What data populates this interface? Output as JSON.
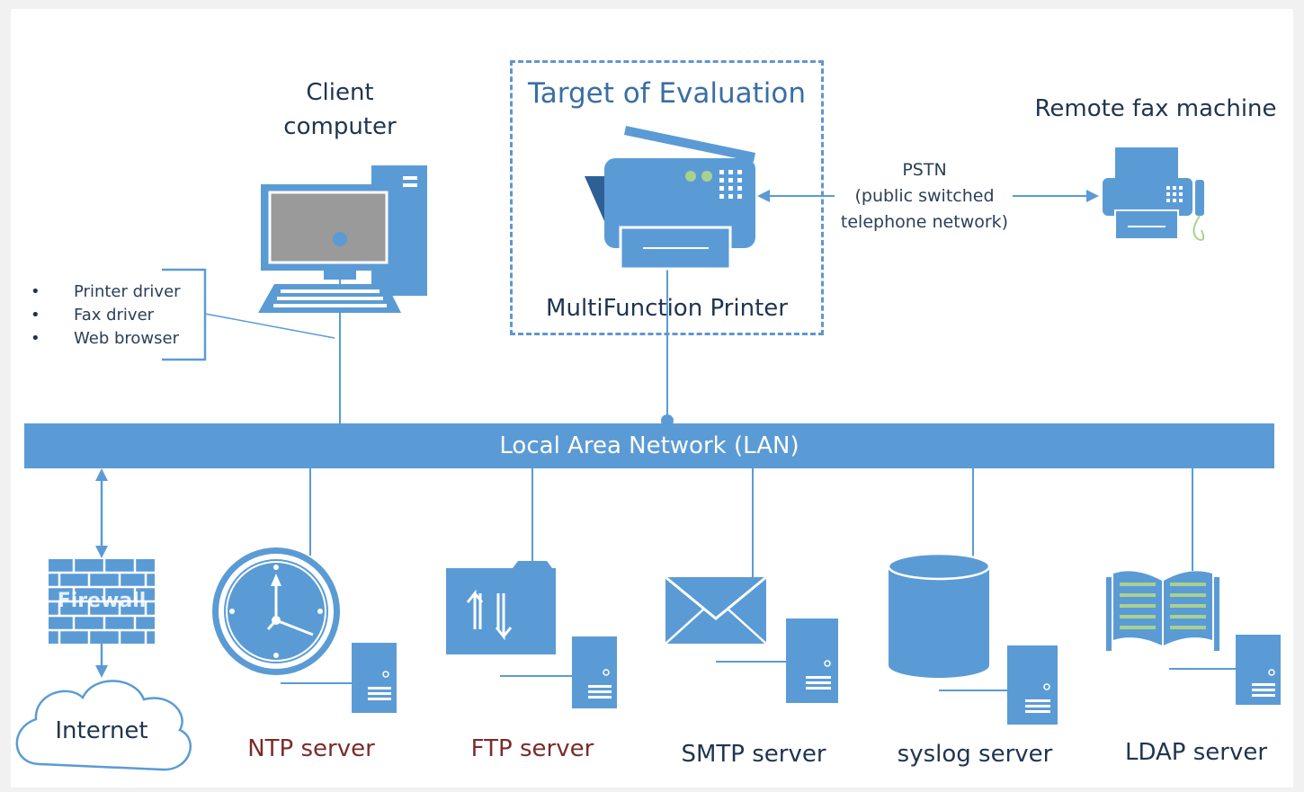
{
  "diagram": {
    "toe_title": "Target of Evaluation",
    "mfp_label": "MultiFunction Printer",
    "client": {
      "line1": "Client",
      "line2": "computer"
    },
    "client_software": [
      "Printer driver",
      "Fax driver",
      "Web browser"
    ],
    "remote_fax": "Remote fax machine",
    "pstn": {
      "line1": "PSTN",
      "line2": "(public switched",
      "line3": "telephone network)"
    },
    "lan": "Local Area Network (LAN)",
    "firewall": "Firewall",
    "internet": "Internet",
    "servers": [
      "NTP server",
      "FTP server",
      "SMTP server",
      "syslog server",
      "LDAP server"
    ]
  },
  "colors": {
    "icon_blue": "#5b9bd5",
    "toe_border": "#5f97cf",
    "toe_title": "#3a6ea5",
    "server_label": "#7a2b2b",
    "text_dark": "#1f3450"
  }
}
